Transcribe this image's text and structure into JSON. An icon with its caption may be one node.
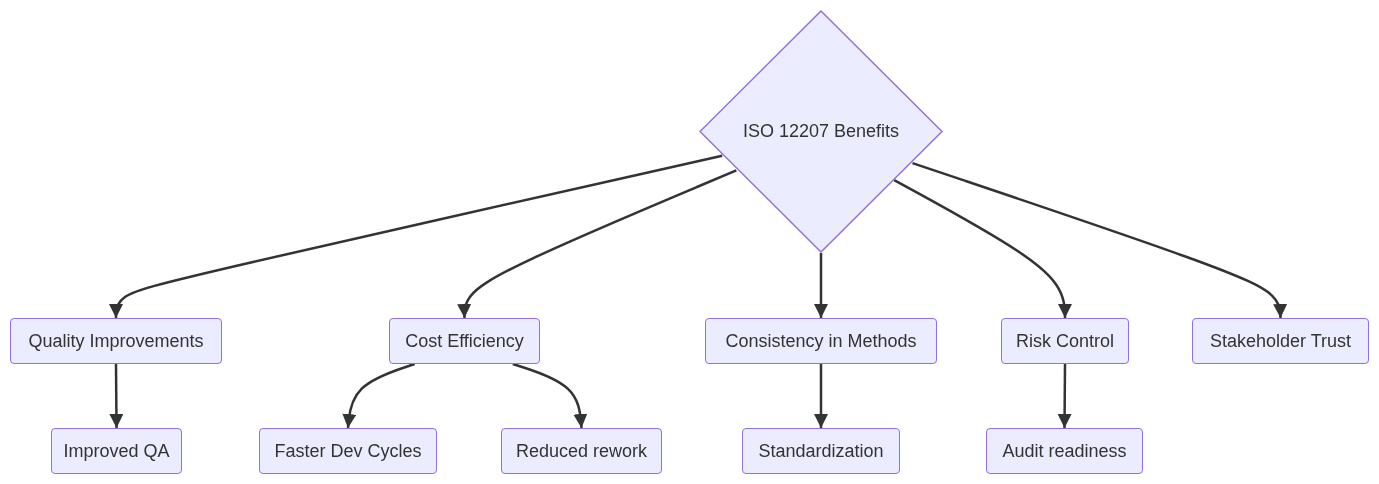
{
  "diagram": {
    "nodes": [
      {
        "text": [
          "ISO 12207 Benefits"
        ]
      },
      {
        "text": [
          "Quality Improvements"
        ]
      },
      {
        "text": [
          "Cost Efficiency"
        ]
      },
      {
        "text": [
          "Consistency in Methods"
        ]
      },
      {
        "text": [
          "Risk Control"
        ]
      },
      {
        "text": [
          "Stakeholder Trust"
        ]
      },
      {
        "text": [
          "Improved QA"
        ]
      },
      {
        "text": [
          "Faster Dev Cycles"
        ]
      },
      {
        "text": [
          "Reduced rework"
        ]
      },
      {
        "text": [
          "Standardization"
        ]
      },
      {
        "text": [
          "Audit readiness"
        ]
      }
    ],
    "edges": [
      {
        "from": 0,
        "to": 1,
        "arrow": "to"
      },
      {
        "from": 0,
        "to": 2,
        "arrow": "to"
      },
      {
        "from": 0,
        "to": 3,
        "arrow": "to"
      },
      {
        "from": 0,
        "to": 4,
        "arrow": "to"
      },
      {
        "from": 0,
        "to": 5,
        "arrow": "to"
      },
      {
        "from": 1,
        "to": 6,
        "arrow": "to"
      },
      {
        "from": 2,
        "to": 7,
        "arrow": "to"
      },
      {
        "from": 2,
        "to": 8,
        "arrow": "to"
      },
      {
        "from": 3,
        "to": 9,
        "arrow": "to"
      },
      {
        "from": 4,
        "to": 10,
        "arrow": "to"
      }
    ]
  }
}
